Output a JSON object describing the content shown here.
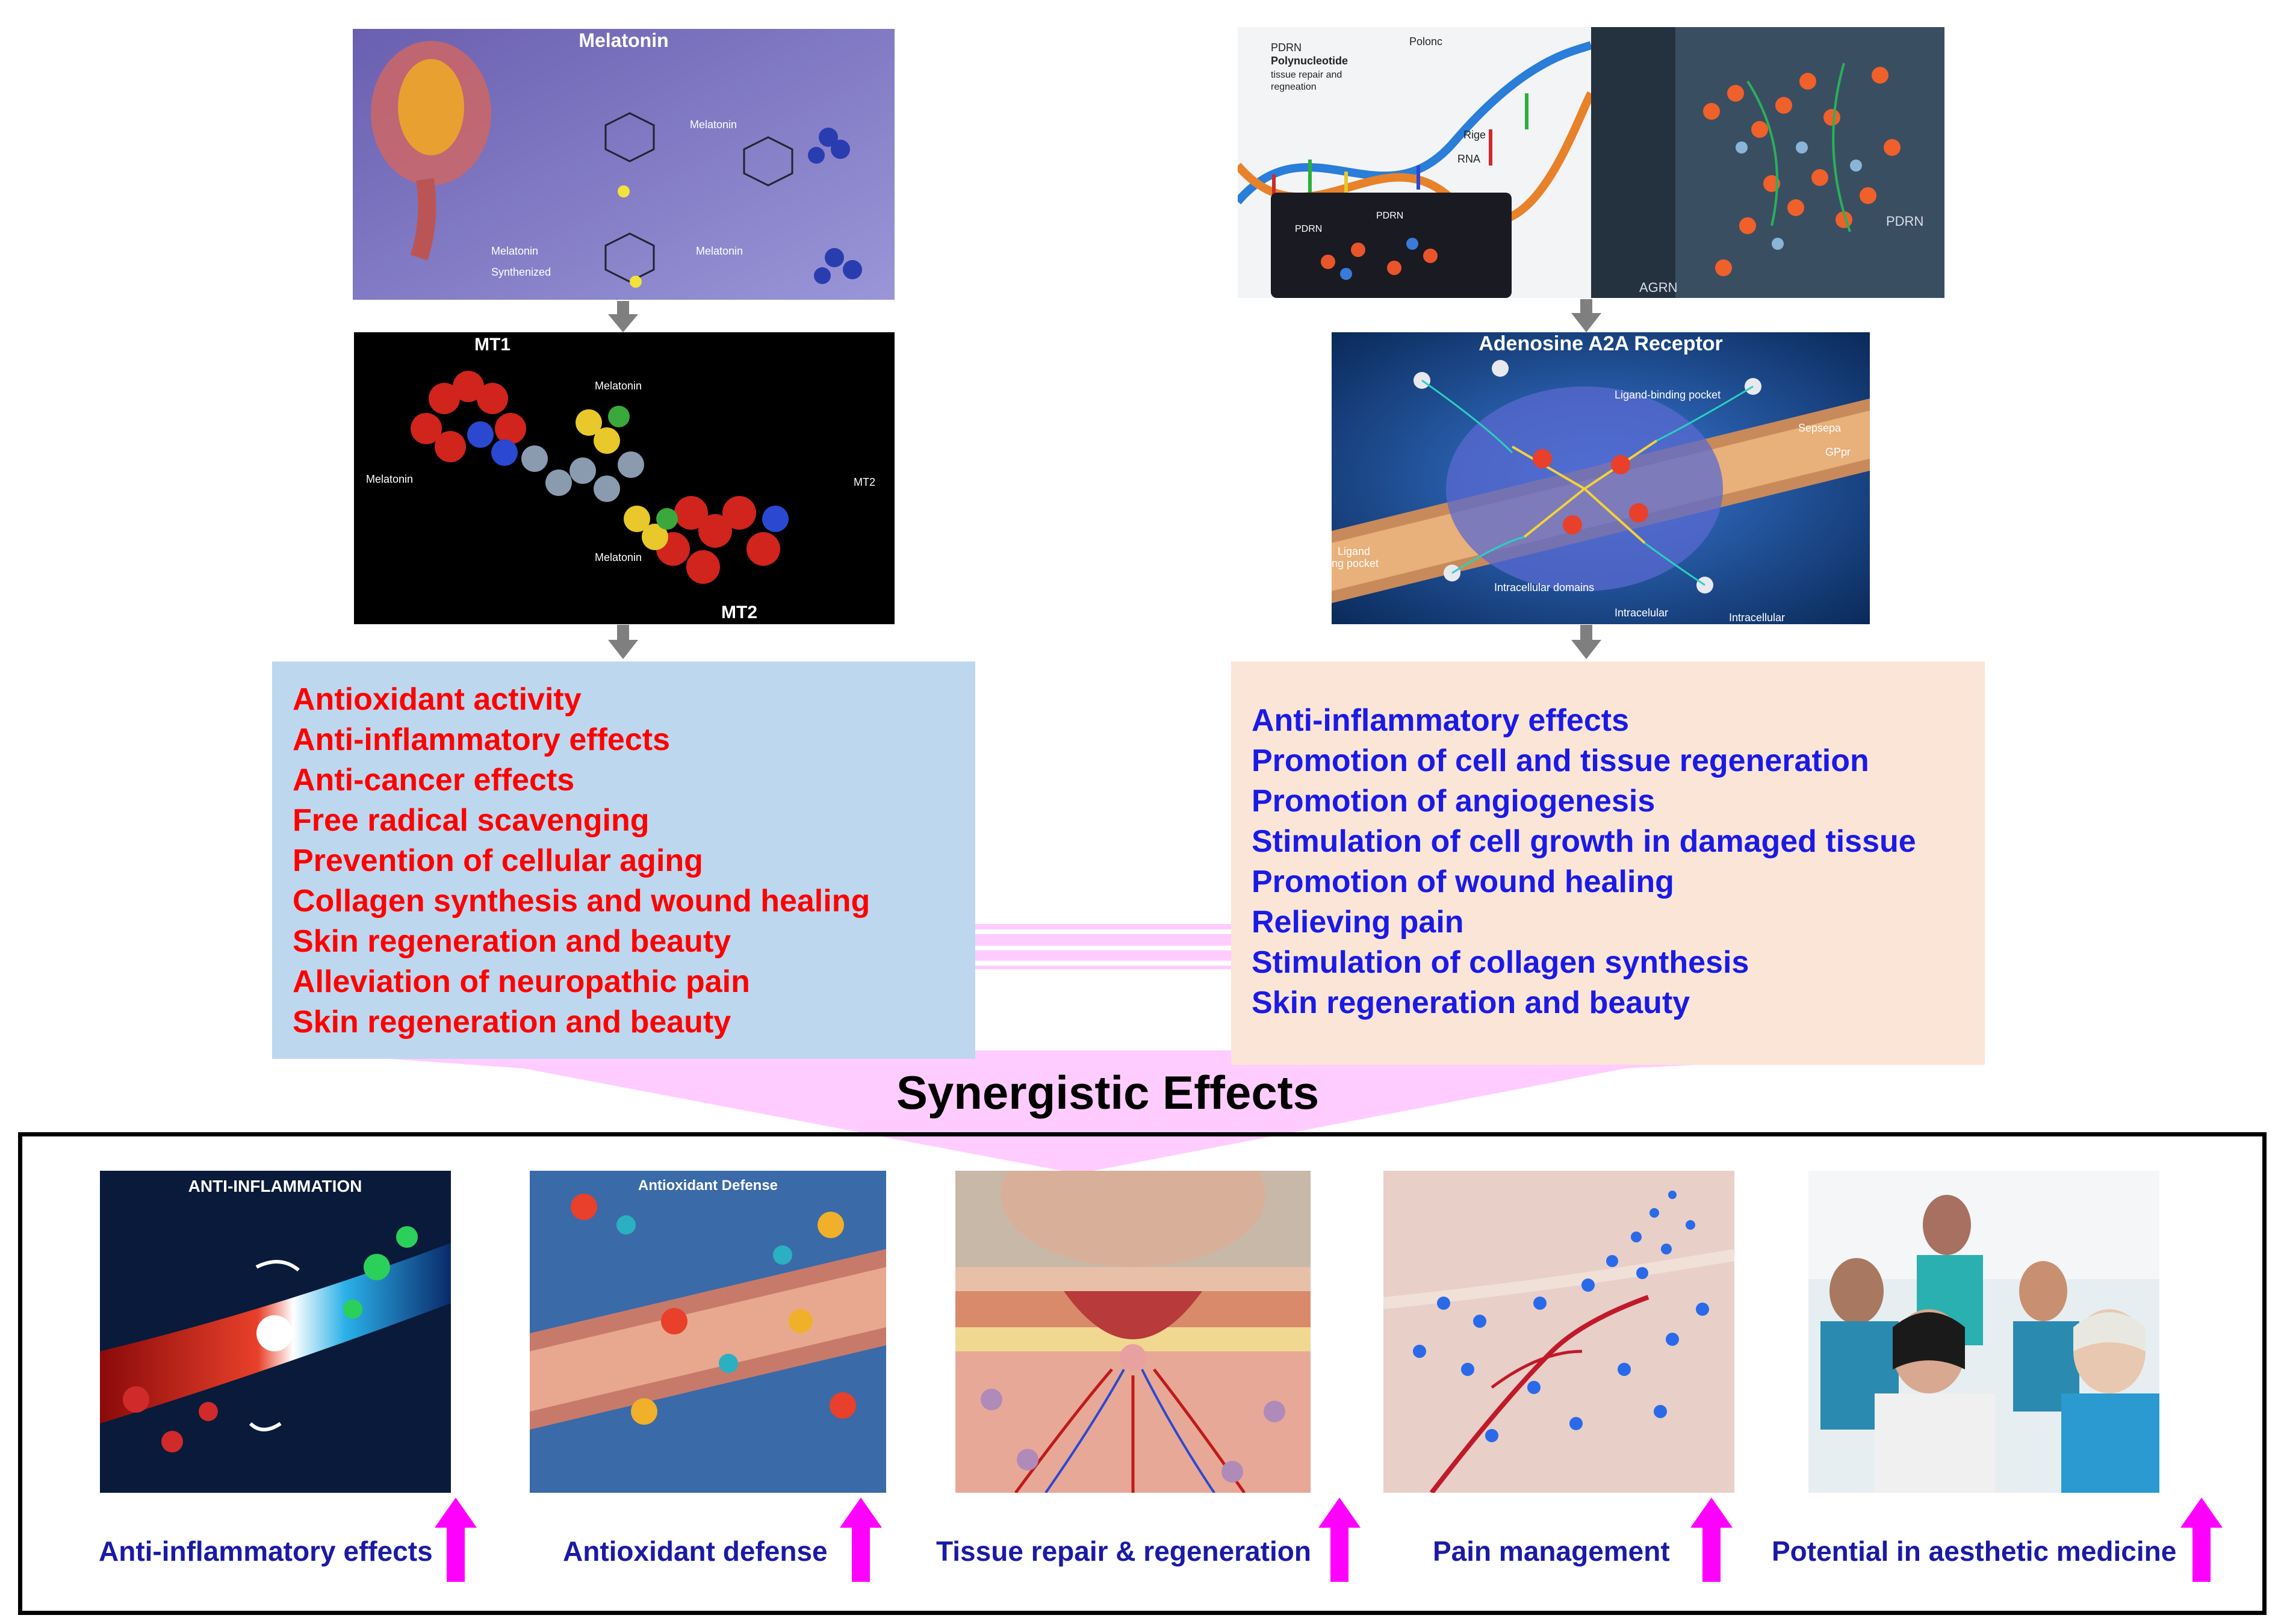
{
  "colors": {
    "melatonin_box": "#bdd7ee",
    "pdrn_box": "#fbe5d6",
    "melatonin_text": "#ff0000",
    "pdrn_text": "#1a1ae6",
    "caption_text": "#1a1aa6",
    "arrow_gray": "#7f7f7f",
    "magenta_arrow": "#ff00ff",
    "funnel_pink": "#ffccff"
  },
  "top_left": {
    "panel1": {
      "title": "Melatonin",
      "labels": [
        "Melatonin",
        "Melatonin",
        "Melatonin",
        "Synthenized"
      ],
      "icon": "pineal-gland-synthesis-image"
    },
    "panel2": {
      "labels": [
        "MT1",
        "Melatonin",
        "Melatonin",
        "MT2",
        "Melatonin",
        "MT2"
      ],
      "icon": "melatonin-receptor-image"
    }
  },
  "top_right": {
    "panel1": {
      "labels": [
        "PDRN",
        "Polynucleotide",
        "tissue repair and",
        "regneation",
        "Polonc",
        "Rige",
        "RNA",
        "PDRN",
        "PDRN"
      ],
      "icon": "dna-helix-image"
    },
    "panel2": {
      "labels": [
        "PDRN",
        "AGRN"
      ],
      "icon": "molecular-structure-image"
    },
    "panel3": {
      "title": "Adenosine A2A Receptor",
      "labels": [
        "Ligand-binding pocket",
        "Sepsepa",
        "GPpr",
        "Ligand",
        "ng pocket",
        "Intracellular domains",
        "Intracelular",
        "Intracellular"
      ],
      "icon": "a2a-receptor-image"
    }
  },
  "melatonin_effects": [
    "Antioxidant activity",
    "Anti-inflammatory effects",
    "Anti-cancer effects",
    "Free radical scavenging",
    "Prevention of cellular aging",
    "Collagen synthesis and wound healing",
    "Skin regeneration and beauty",
    "Alleviation of neuropathic pain",
    "Skin regeneration and beauty"
  ],
  "pdrn_effects": [
    "Anti-inflammatory effects",
    "Promotion of cell and tissue regeneration",
    "Promotion of angiogenesis",
    "Stimulation of cell growth in damaged tissue",
    "Promotion of wound healing",
    "Relieving pain",
    "Stimulation of collagen synthesis",
    "Skin regeneration and beauty"
  ],
  "synergy_title": "Synergistic Effects",
  "bottom_panels": [
    {
      "caption": "Anti-inflammatory effects",
      "label": "ANTI-INFLAMMATION",
      "icon": "anti-inflammation-image"
    },
    {
      "caption": "Antioxidant defense",
      "label": "Antioxidant Defense",
      "icon": "antioxidant-defense-image"
    },
    {
      "caption": "Tissue repair & regeneration",
      "label": "",
      "icon": "tissue-repair-image"
    },
    {
      "caption": "Pain management",
      "label": "",
      "icon": "pain-management-image"
    },
    {
      "caption": "Potential in aesthetic medicine",
      "label": "",
      "icon": "aesthetic-medicine-image"
    }
  ]
}
